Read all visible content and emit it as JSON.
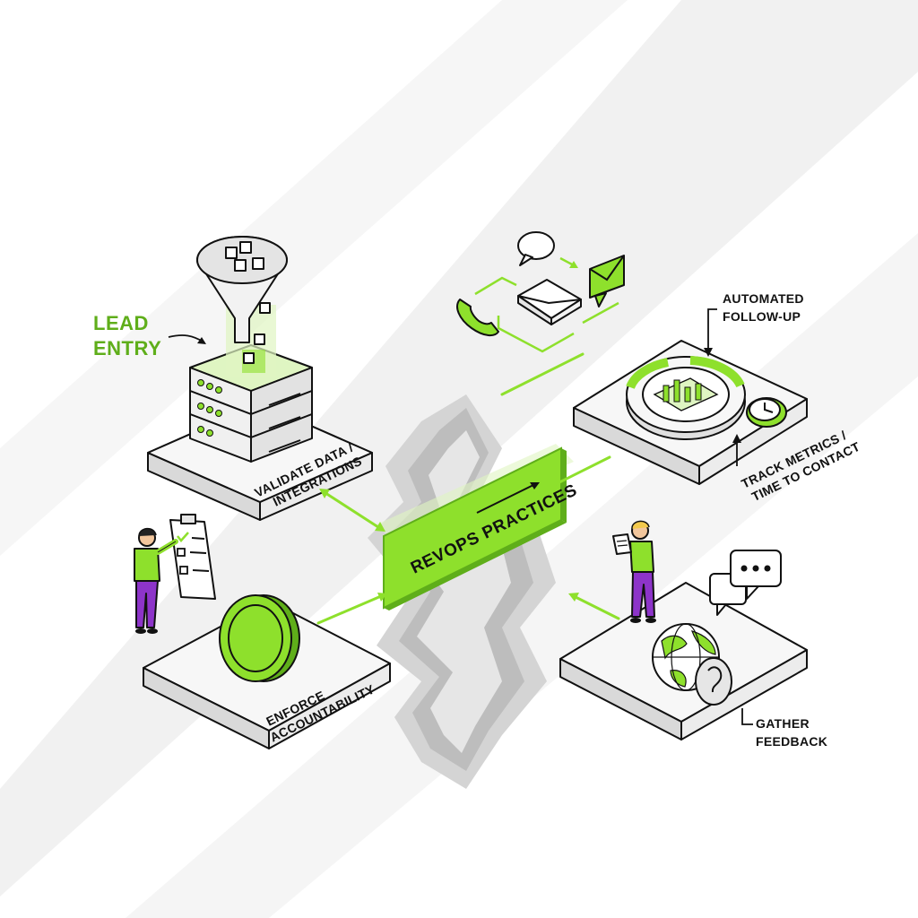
{
  "labels": {
    "lead_entry_line1": "LEAD",
    "lead_entry_line2": "ENTRY",
    "validate_line1": "VALIDATE DATA /",
    "validate_line2": "INTEGRATIONS",
    "automated_line1": "AUTOMATED",
    "automated_line2": "FOLLOW-UP",
    "track_line1": "TRACK METRICS /",
    "track_line2": "TIME TO CONTACT",
    "center": "REVOPS PRACTICES",
    "enforce_line1": "ENFORCE",
    "enforce_line2": "ACCOUNTABILITY",
    "gather_line1": "GATHER",
    "gather_line2": "FEEDBACK"
  },
  "icons": {
    "funnel": "funnel-icon",
    "server": "server-stack-icon",
    "chat": "chat-bubble-icon",
    "message": "message-icon",
    "phone": "phone-icon",
    "email": "envelope-icon",
    "chart": "chart-icon",
    "clock": "clock-icon",
    "clipboard": "clipboard-checklist-icon",
    "coin": "coin-icon",
    "globe": "globe-icon",
    "ear": "ear-icon",
    "feedback": "speech-bubble-icon"
  },
  "colors": {
    "accent": "#8ee02c",
    "accent_dark": "#5fae1a",
    "accent_light": "#dff5c2",
    "ink": "#111111",
    "platform": "#f7f7f7",
    "platform_side": "#d9d9d9",
    "crack": "#cfcfcf",
    "person_pants": "#8d34c9",
    "skin": "#f2c69c"
  }
}
